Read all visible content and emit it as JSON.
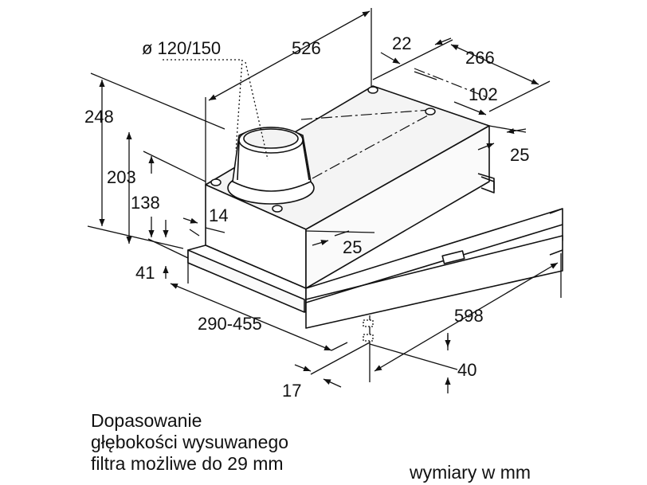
{
  "dimensions": {
    "duct_diameter": "ø 120/150",
    "width_top": "526",
    "offset_22": "22",
    "depth_266": "266",
    "offset_102": "102",
    "height_248": "248",
    "height_203": "203",
    "height_138": "138",
    "offset_14": "14",
    "offset_25_right": "25",
    "offset_25_front": "25",
    "height_41": "41",
    "extension_range": "290-455",
    "width_598": "598",
    "offset_40": "40",
    "offset_17": "17"
  },
  "caption": {
    "note_line1": "Dopasowanie",
    "note_line2": "głębokości wysuwanego",
    "note_line3": "filtra możliwe do 29 mm",
    "units": "wymiary w mm"
  }
}
